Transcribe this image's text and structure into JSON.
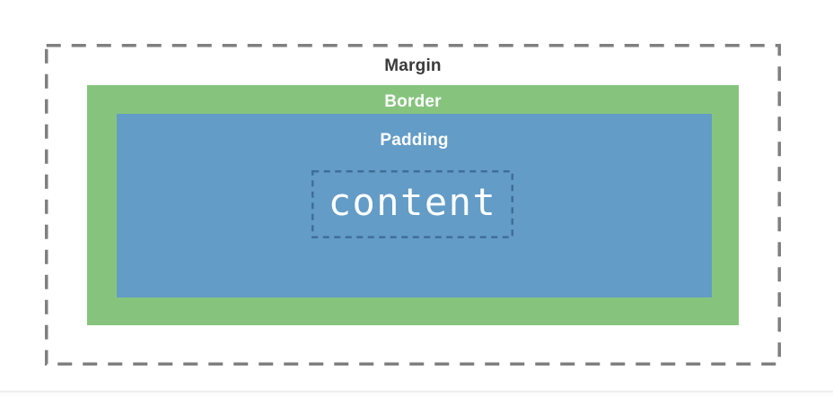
{
  "diagram": {
    "boxes": {
      "margin": {
        "label": "Margin"
      },
      "border": {
        "label": "Border"
      },
      "padding": {
        "label": "Padding"
      },
      "content": {
        "label": "content"
      }
    }
  },
  "colors": {
    "margin-dash": "#7f7f7f",
    "margin-label": "#3a3a3a",
    "border-fill": "#86c47e",
    "padding-fill": "#639cc6",
    "content-dash": "#3f6e99",
    "label-light": "#ffffff",
    "page-bg": "#ffffff",
    "bottom-divider": "#efefef",
    "footer-strip": "#fbfbfb"
  }
}
